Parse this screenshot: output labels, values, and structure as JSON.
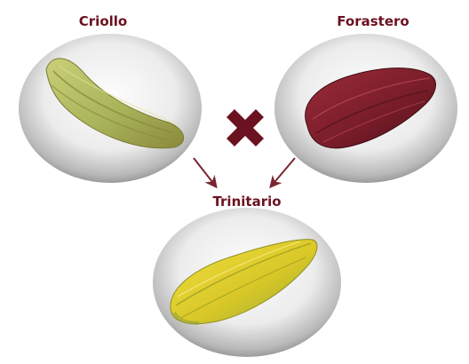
{
  "labels": {
    "criollo": "Criollo",
    "forastero": "Forastero",
    "trinitario": "Trinitario"
  },
  "colors": {
    "label_text": "#6b1220",
    "cross": "#6b1220",
    "arrow": "#7a2430",
    "criollo_pod": "#b3bf5e",
    "forastero_pod": "#8a2230",
    "trinitario_pod": "#e2d12a"
  },
  "icons": {
    "cross": "cross-icon",
    "arrows": "arrow-down-icon"
  }
}
